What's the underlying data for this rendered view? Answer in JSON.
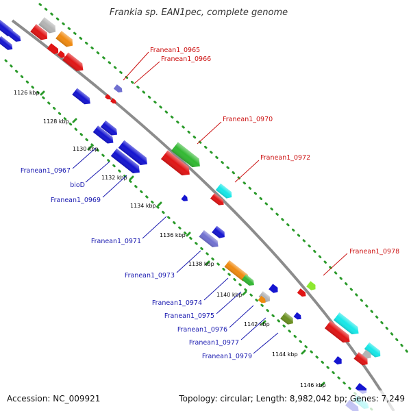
{
  "title": "Frankia sp. EAN1pec, complete genome",
  "footer": {
    "accession": "Accession: NC_009921",
    "summary": "Topology: circular; Length: 8,982,042 bp; Genes: 7,249"
  },
  "ticks": [
    "1126 kbp",
    "1128 kbp",
    "1130 kbp",
    "1132 kbp",
    "1134 kbp",
    "1136 kbp",
    "1138 kbp",
    "1140 kbp",
    "1142 kbp",
    "1144 kbp",
    "1146 kbp"
  ],
  "labels_forward": [
    "Franean1_0965",
    "Franean1_0966",
    "Franean1_0970",
    "Franean1_0972",
    "Franean1_0978"
  ],
  "labels_reverse": [
    "Franean1_0967",
    "bioD",
    "Franean1_0969",
    "Franean1_0971",
    "Franean1_0973",
    "Franean1_0974",
    "Franean1_0975",
    "Franean1_0976",
    "Franean1_0977",
    "Franean1_0979"
  ],
  "colors": {
    "backbone": "#8c8c8c",
    "dots": "#2a9a2a",
    "blue": "#1515d0",
    "red": "#e01515",
    "green": "#33b833",
    "cyan": "#18e8e8",
    "orange": "#f08a10",
    "grey": "#b4b4b4",
    "purple": "#7070d0",
    "olive": "#6a8f20",
    "lightgreen": "#8ee830",
    "label_blue": "#1a1ab0",
    "label_red": "#cc1111"
  }
}
